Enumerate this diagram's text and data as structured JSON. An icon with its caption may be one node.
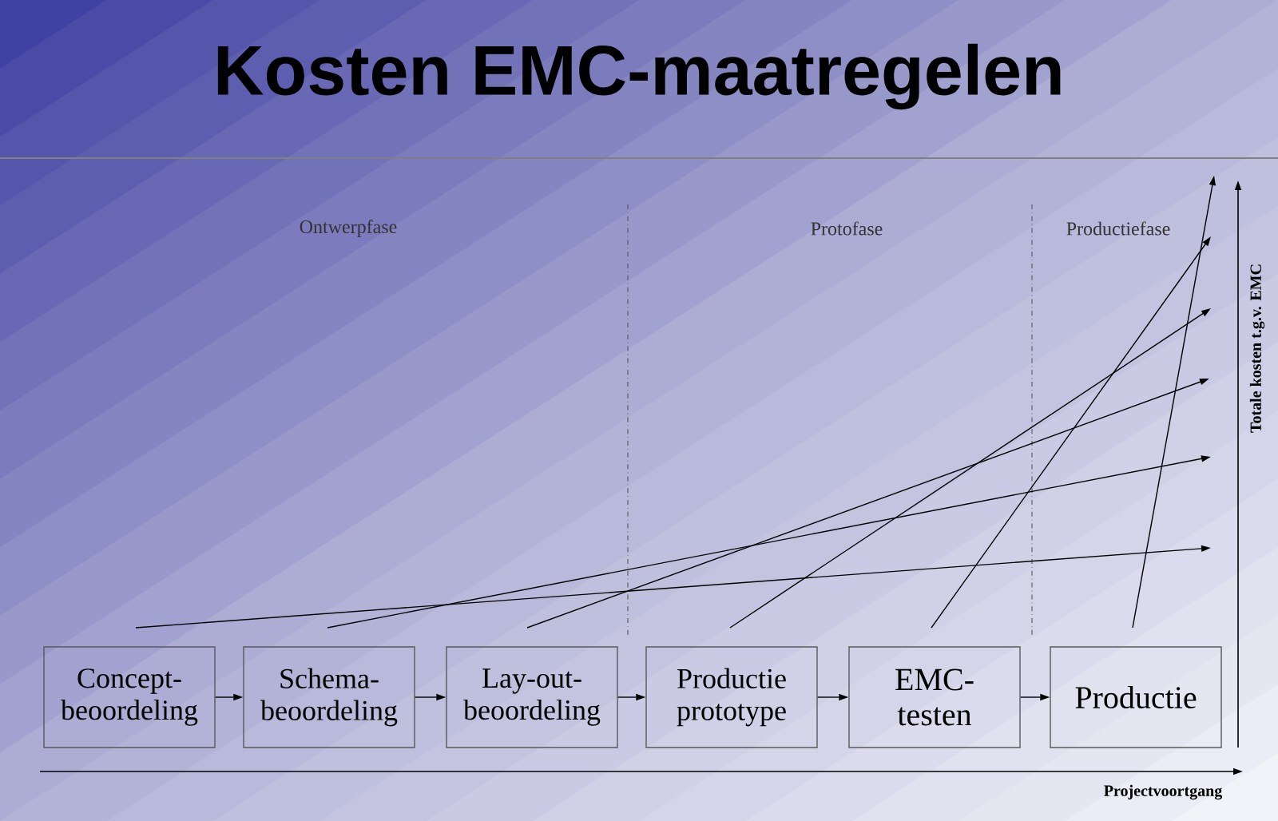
{
  "diagram": {
    "title": "Kosten EMC-maatregelen",
    "nodes": [
      {
        "text": [
          "Concept- beoordeling"
        ]
      },
      {
        "text": [
          "Schema- beoordeling"
        ]
      },
      {
        "text": [
          "Lay-out- beoordeling"
        ]
      },
      {
        "text": [
          "Productie prototype"
        ]
      },
      {
        "text": [
          "EMC- testen"
        ]
      },
      {
        "text": [
          "Productie"
        ]
      }
    ],
    "edges": [
      {
        "from": 0,
        "to": 1,
        "arrow": "to"
      },
      {
        "from": 1,
        "to": 2,
        "arrow": "to"
      },
      {
        "from": 2,
        "to": 3,
        "arrow": "to"
      },
      {
        "from": 3,
        "to": 4,
        "arrow": "to"
      },
      {
        "from": 4,
        "to": 5,
        "arrow": "to"
      },
      {
        "from": 0,
        "to": null,
        "arrow": "to"
      },
      {
        "from": 1,
        "to": null,
        "arrow": "to"
      },
      {
        "from": 2,
        "to": null,
        "arrow": "to"
      },
      {
        "from": 3,
        "to": null,
        "arrow": "to"
      },
      {
        "from": 4,
        "to": null,
        "arrow": "to"
      },
      {
        "from": 5,
        "to": null,
        "arrow": "to"
      }
    ],
    "labels": [
      "Ontwerpfase",
      "Protofase",
      "Productiefase",
      "Totale kosten t.g.v. EMC",
      "Projectvoortgang"
    ]
  }
}
